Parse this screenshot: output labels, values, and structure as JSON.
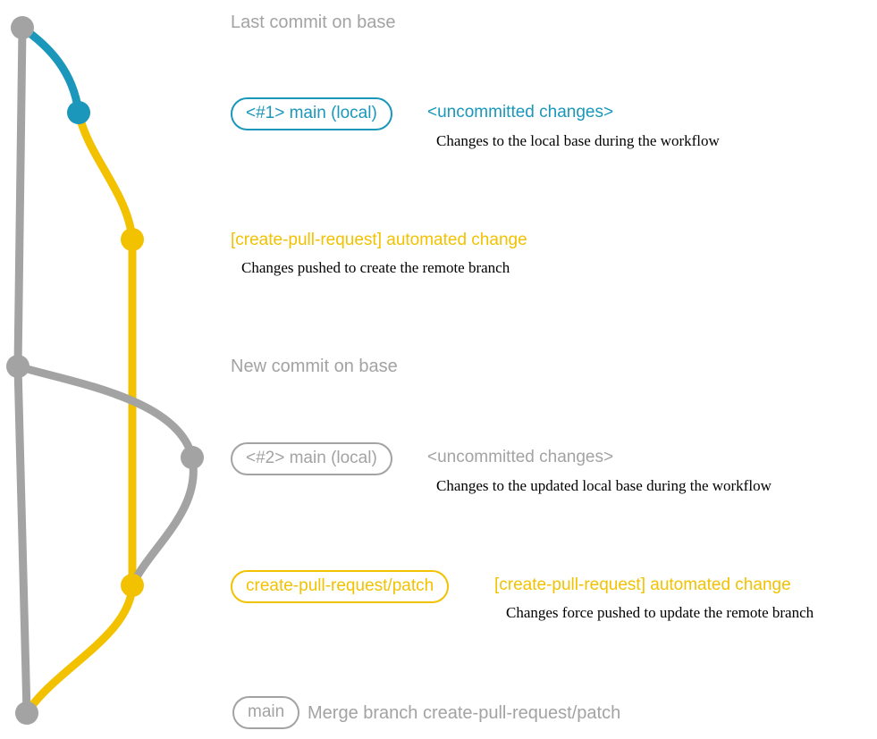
{
  "colors": {
    "base_gray": "#a3a3a3",
    "accent_blue": "#1a97ba",
    "accent_yellow": "#f2c200",
    "desc_black": "#000000"
  },
  "annotations": {
    "last_commit_base": "Last commit on base",
    "main_local_1_badge": "<#1> main (local)",
    "main_local_1_note": "<uncommitted changes>",
    "main_local_1_desc": "Changes to the local base during the workflow",
    "cpr_commit_1_label": "[create-pull-request] automated change",
    "cpr_commit_1_desc": "Changes pushed to create the remote branch",
    "new_commit_base": "New commit on base",
    "main_local_2_badge": "<#2> main (local)",
    "main_local_2_note": "<uncommitted changes>",
    "main_local_2_desc": "Changes to the updated local base during the workflow",
    "patch_branch_badge": "create-pull-request/patch",
    "cpr_commit_2_label": "[create-pull-request] automated change",
    "cpr_commit_2_desc": "Changes force pushed to update the remote branch",
    "main_badge": "main",
    "merge_commit_label": "Merge branch create-pull-request/patch"
  }
}
